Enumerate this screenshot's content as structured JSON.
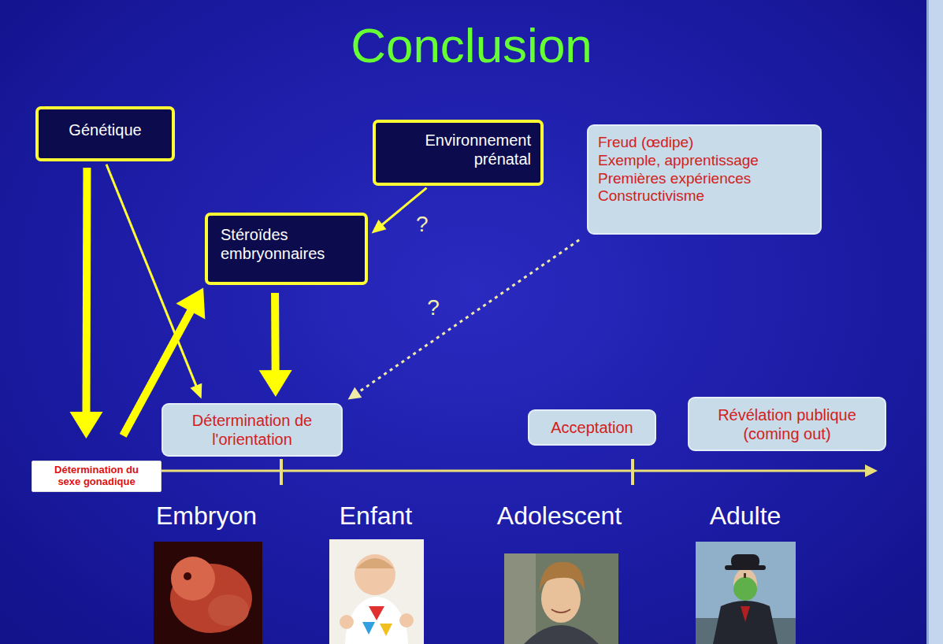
{
  "diagram": {
    "title": "Conclusion",
    "nodes": [
      {
        "text": [
          "Génétique"
        ]
      },
      {
        "text": [
          "Environnement prénatal"
        ]
      },
      {
        "text": [
          "Freud (œdipe)",
          "Exemple, apprentissage",
          "Premières expériences",
          "Constructivisme"
        ]
      },
      {
        "text": [
          "Stéroïdes embryonnaires"
        ]
      },
      {
        "text": [
          "Détermination de l'orientation"
        ]
      },
      {
        "text": [
          "Acceptation"
        ]
      },
      {
        "text": [
          "Révélation publique (coming out)"
        ]
      },
      {
        "text": [
          "Détermination du sexe gonadique"
        ]
      }
    ],
    "edges": [
      {
        "from": 0,
        "to": 7,
        "arrow": "to"
      },
      {
        "from": 0,
        "to": 4,
        "arrow": "to"
      },
      {
        "from": 7,
        "to": 3,
        "arrow": "to"
      },
      {
        "from": 1,
        "to": 3,
        "label": "?",
        "arrow": "to"
      },
      {
        "from": 3,
        "to": 4,
        "arrow": "to"
      },
      {
        "from": 2,
        "to": 4,
        "label": "?",
        "arrow": "to"
      }
    ],
    "labels": [
      "Embryon",
      "Enfant",
      "Adolescent",
      "Adulte"
    ]
  }
}
